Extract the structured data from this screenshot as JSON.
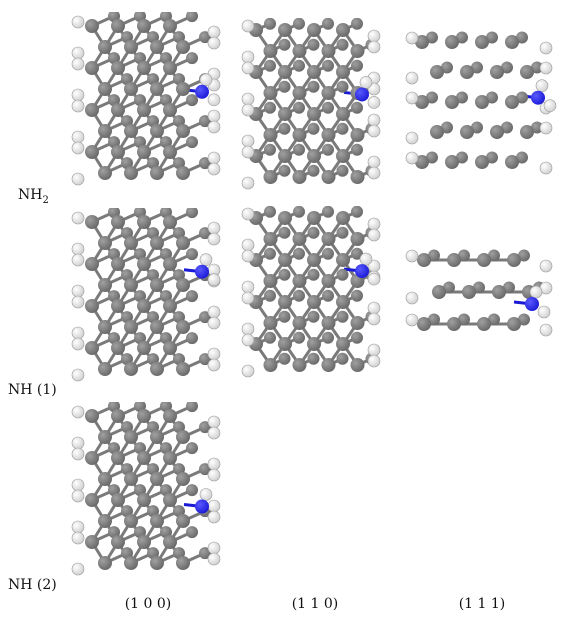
{
  "row_labels": {
    "nh2_main": "NH",
    "nh2_sub": "2",
    "nh1": "NH (1)",
    "nh2": "NH (2)"
  },
  "column_labels": [
    "(1 0 0)",
    "(1 1 0)",
    "(1 1 1)"
  ],
  "colors": {
    "carbon": "#6b6b6b",
    "carbon_highlight": "#a0a0a0",
    "hydrogen": "#ffffff",
    "hydrogen_edge": "#9a9a9a",
    "nitrogen": "#1a1ad6",
    "bond": "#7a7a7a"
  }
}
